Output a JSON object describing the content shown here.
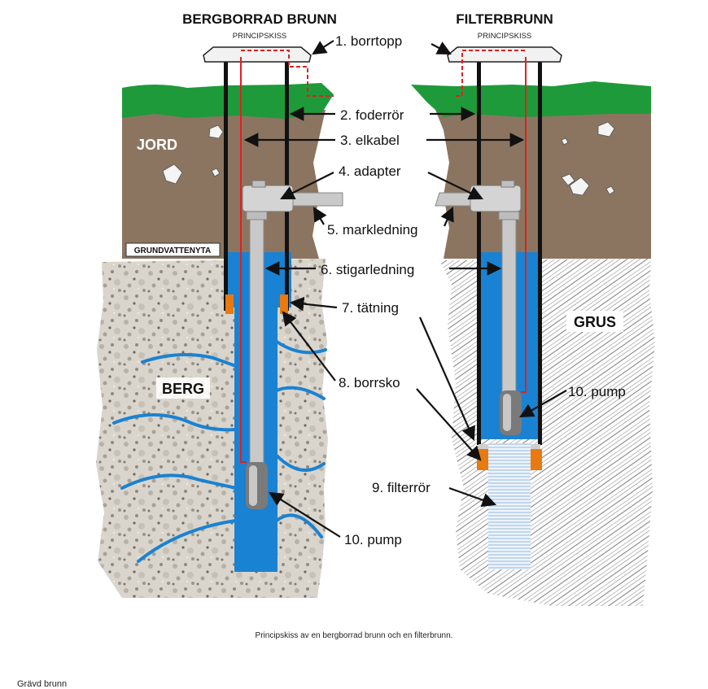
{
  "titles": {
    "left": "BERGBORRAD BRUNN",
    "left_sub": "PRINCIPSKISS",
    "right": "FILTERBRUNN",
    "right_sub": "PRINCIPSKISS"
  },
  "zones": {
    "jord": "JORD",
    "grundvattenyta": "GRUNDVATTENYTA",
    "berg": "BERG",
    "grus": "GRUS"
  },
  "labels": {
    "borrtopp": "1. borrtopp",
    "foderror": "2. foderrör",
    "elkabel": "3. elkabel",
    "adapter": "4. adapter",
    "markledning": "5. markledning",
    "stigarledning": "6. stigarledning",
    "tatning": "7. tätning",
    "borrsko": "8. borrsko",
    "filterror": "9. filterrör",
    "pump_left": "10. pump",
    "pump_right": "10. pump"
  },
  "caption": "Principskiss av en bergborrad brunn och en filterbrunn.",
  "next_heading": "Grävd brunn",
  "colors": {
    "grass": "#1f9a3a",
    "soil": "#8b7560",
    "water": "#1a82d2",
    "rock": "#d8d4cc",
    "seal": "#e87a10",
    "cable": "#e02020",
    "pipe": "#c9c9c9"
  }
}
